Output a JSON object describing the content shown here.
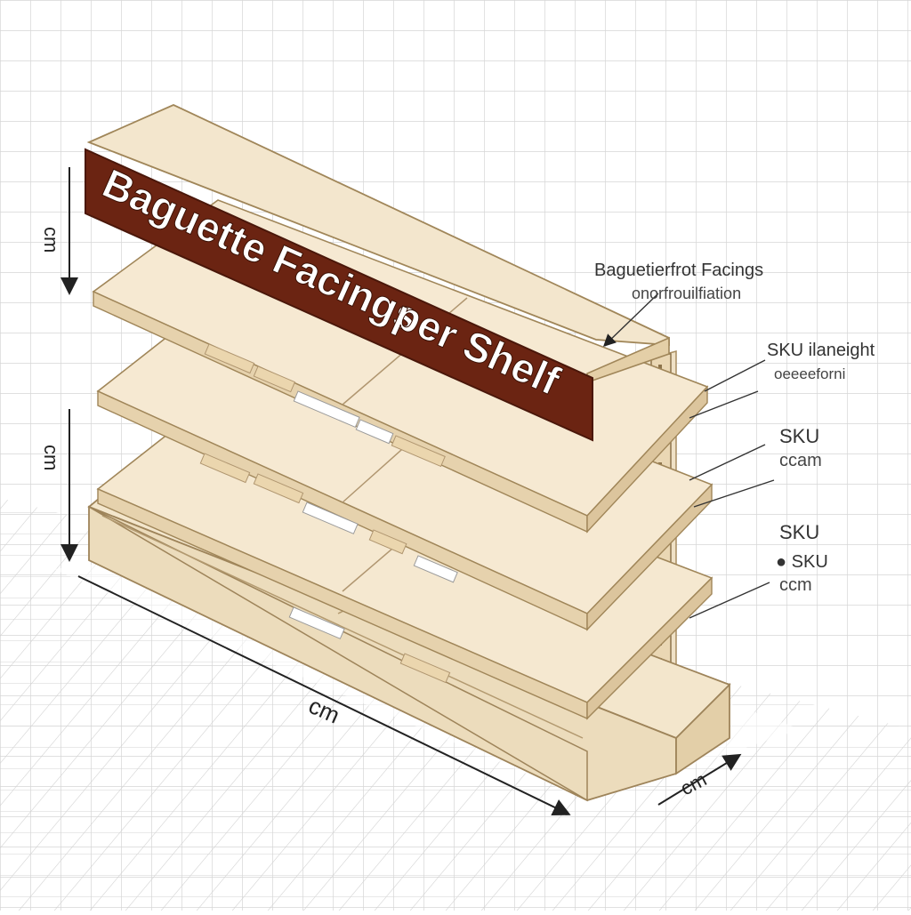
{
  "diagram": {
    "banner_line1": "Baguette Facings",
    "banner_line2": "per Shelf",
    "dim_top_left": "cm",
    "dim_mid_left": "cm",
    "dim_length": "cm",
    "dim_depth": "cm",
    "callouts": [
      {
        "line1": "Baguetierfrot Facings",
        "line2": "onorfrouilfiation"
      },
      {
        "line1": "SKU ilaneight",
        "line2": "oeeeeforni"
      },
      {
        "line1": "SKU",
        "line2": "ccam"
      },
      {
        "line1": "SKU",
        "line2": "● SKU",
        "line3": "ccm"
      }
    ]
  },
  "colors": {
    "wood_light": "#f6e9d2",
    "wood_mid": "#ecdcbf",
    "wood_dark": "#dcc59d",
    "banner": "#6b2412",
    "ink": "#333333",
    "grid": "#d4d4d4"
  }
}
